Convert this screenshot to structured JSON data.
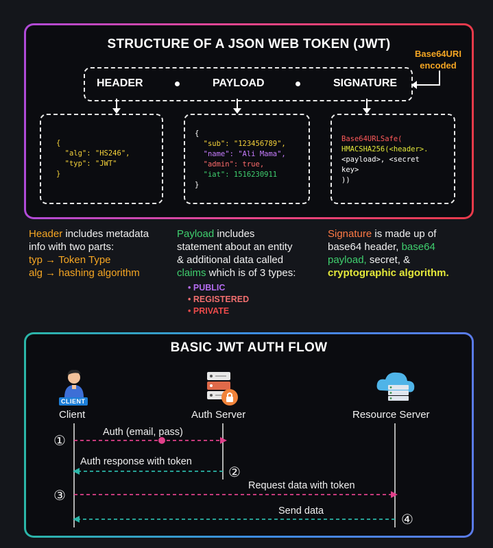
{
  "top": {
    "title": "STRUCTURE OF A JSON WEB TOKEN (JWT)",
    "encoded_note": [
      "Base64URI",
      "encoded"
    ],
    "parts": [
      "HEADER",
      "PAYLOAD",
      "SIGNATURE"
    ],
    "header_code": [
      {
        "t": "{",
        "c": "#f5d23a"
      },
      {
        "t": "  \"alg\": \"HS246\",",
        "c": "#f5d23a"
      },
      {
        "t": "  \"typ\": \"JWT\"",
        "c": "#f5d23a"
      },
      {
        "t": "}",
        "c": "#f5d23a"
      }
    ],
    "payload_code": [
      {
        "t": "{",
        "c": "#ffffff"
      },
      {
        "t": "  \"sub\": \"123456789\",",
        "c": "#f5d23a"
      },
      {
        "t": "  \"name\": \"Ali Mama\",",
        "c": "#c77dff"
      },
      {
        "t": "  \"admin\": true,",
        "c": "#ff6b6b"
      },
      {
        "t": "  \"iat\": 1516230911",
        "c": "#3fcf6e"
      },
      {
        "t": "}",
        "c": "#ffffff"
      }
    ],
    "signature_code": [
      {
        "t": "Base64URLSafe(",
        "c": "#ff5a5a"
      },
      {
        "t": "HMACSHA256(<header>.",
        "c": "#e3e83a"
      },
      {
        "t": "<payload>, <secret",
        "c": "#ffffff"
      },
      {
        "t": "key>",
        "c": "#ffffff"
      },
      {
        "t": "))",
        "c": "#ffffff"
      }
    ]
  },
  "descriptions": {
    "header": {
      "l1a": "Header",
      "l1b": " includes metadata",
      "l2": "info with two parts:",
      "l3": "typ → Token Type",
      "l4": "alg → hashing algorithm"
    },
    "payload": {
      "l1a": "Payload",
      "l1b": " includes",
      "l2": "statement about an entity",
      "l3": "& additional data called",
      "l4a": "claims",
      "l4b": " which is of 3 types:",
      "types": [
        "PUBLIC",
        "REGISTERED",
        "PRIVATE"
      ]
    },
    "signature": {
      "l1a": "Signature",
      "l1b": " is made up of",
      "l2a": "base64 header, ",
      "l2b": "base64",
      "l3a": "payload,",
      "l3b": " secret, &",
      "l4": "cryptographic algorithm."
    }
  },
  "flow": {
    "title": "BASIC JWT AUTH FLOW",
    "client_badge": "CLIENT",
    "actors": [
      "Client",
      "Auth Server",
      "Resource Server"
    ],
    "steps": [
      {
        "num": "①",
        "label": "Auth (email, pass)"
      },
      {
        "num": "②",
        "label": "Auth response with token"
      },
      {
        "num": "③",
        "label": "Request data with token"
      },
      {
        "num": "④",
        "label": "Send data"
      }
    ]
  },
  "colors": {
    "top_border": [
      "#b04ad8",
      "#e83a4a"
    ],
    "bottom_border": [
      "#2bb6a8",
      "#5a7be8"
    ],
    "request_arrow": "#e0408a",
    "response_arrow": "#2bb6a8"
  },
  "icons": [
    "user-icon",
    "server-icon",
    "lock-icon",
    "cloud-server-icon",
    "arrow-down-icon"
  ]
}
